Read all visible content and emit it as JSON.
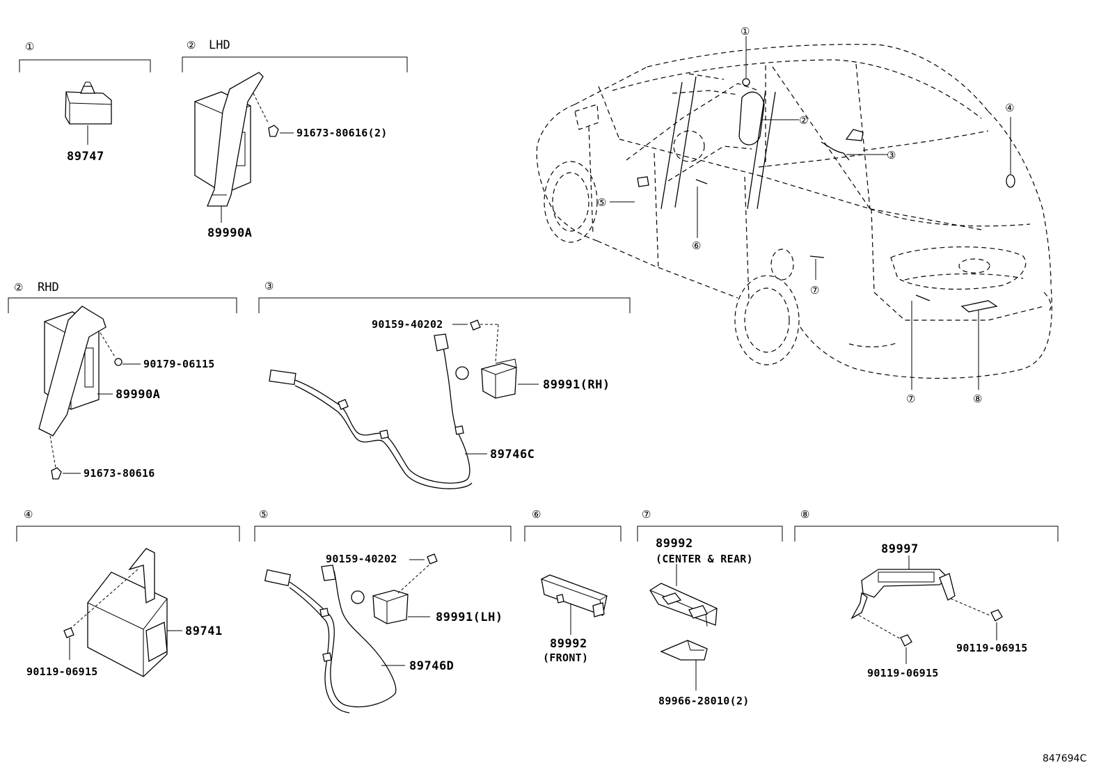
{
  "sections": {
    "s1": {
      "num": "①",
      "header": "",
      "parts": {
        "p1": "89747"
      }
    },
    "s2lhd": {
      "num": "②",
      "header": "LHD",
      "parts": {
        "p1": "91673-80616(2)",
        "p2": "89990A"
      }
    },
    "s2rhd": {
      "num": "②",
      "header": "RHD",
      "parts": {
        "p1": "90179-06115",
        "p2": "89990A",
        "p3": "91673-80616"
      }
    },
    "s3": {
      "num": "③",
      "header": "",
      "parts": {
        "p1": "90159-40202",
        "p2": "89991(RH)",
        "p3": "89746C"
      }
    },
    "s4": {
      "num": "④",
      "header": "",
      "parts": {
        "p1": "89741",
        "p2": "90119-06915"
      }
    },
    "s5": {
      "num": "⑤",
      "header": "",
      "parts": {
        "p1": "90159-40202",
        "p2": "89991(LH)",
        "p3": "89746D"
      }
    },
    "s6": {
      "num": "⑥",
      "header": "",
      "parts": {
        "p1": "89992",
        "p2": "(FRONT)"
      }
    },
    "s7": {
      "num": "⑦",
      "header": "",
      "parts": {
        "p1": "89992",
        "p2": "(CENTER & REAR)",
        "p3": "89966-28010(2)"
      }
    },
    "s8": {
      "num": "⑧",
      "header": "",
      "parts": {
        "p1": "89997",
        "p2": "90119-06915",
        "p3": "90119-06915"
      }
    }
  },
  "vehicle_callouts": [
    "①",
    "②",
    "③",
    "④",
    "⑤",
    "⑥",
    "⑦",
    "⑦",
    "⑧"
  ],
  "diagram_code": "847694C"
}
